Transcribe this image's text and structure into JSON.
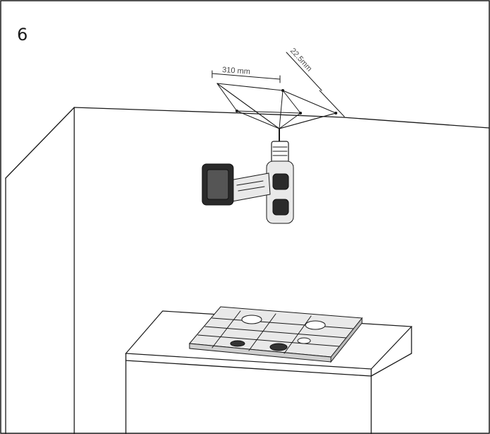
{
  "step_number": "6",
  "dimensions": {
    "width_label": "310 mm",
    "depth_label": "22.5mm"
  },
  "icons": {
    "drill": "power-drill-icon",
    "hob": "gas-hob-icon"
  }
}
